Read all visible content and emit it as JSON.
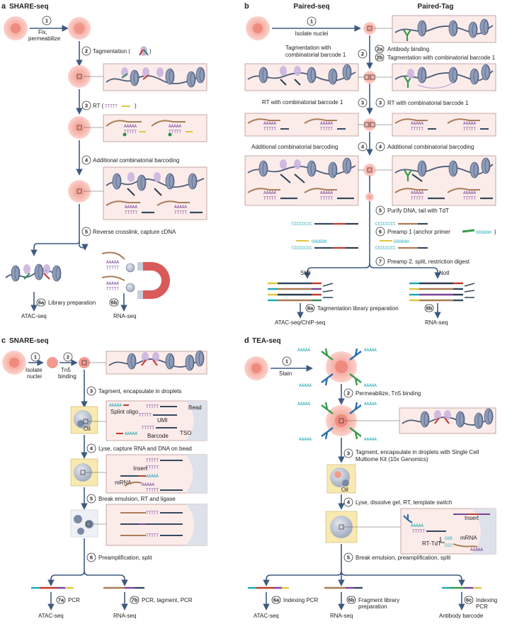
{
  "panel_a": {
    "letter": "a",
    "title": "SHARE-seq",
    "step1": "1",
    "step1_label_line1": "Fix,",
    "step1_label_line2": "permeabilize",
    "step2": "2",
    "step2_label": "Tagmentation (",
    "step2_label_end": ")",
    "step3": "3",
    "step3_label": "RT (",
    "step3_poly": "TTTTT",
    "step3_label_end": ")",
    "step4": "4",
    "step4_label": "Additional combinatorial barcoding",
    "step5": "5",
    "step5_label": "Reverse crosslink, capture cDNA",
    "step6a": "6a",
    "step6a_label": "Library preparation",
    "step6b": "6b",
    "out_left": "ATAC-seq",
    "out_right": "RNA-seq",
    "polyA": "AAAAA",
    "polyT": "TTTTT"
  },
  "panel_b": {
    "letter": "b",
    "col_left": "Paired-seq",
    "col_right": "Paired-Tag",
    "step1": "1",
    "step1_label": "Isolate nuclei",
    "step2": "2",
    "step2_label_line1": "Tagmentation with",
    "step2_label_line2": "combinatorial barcode 1",
    "step2a": "2a",
    "step2a_label": "Antibody binding",
    "step2b": "2b",
    "step2b_label": "Tagmentation with combinatorial barcode 1",
    "step3": "3",
    "step3_left": "RT with combinatorial barcode 1",
    "step3_right": "RT with combinatorial barcode 1",
    "step4": "4",
    "step4_left": "Additional combinatorial barcoding",
    "step4_right": "Additional combinatorial barcoding",
    "step5": "5",
    "step5_label": "Purify DNA, tail with TdT",
    "step6": "6",
    "step6_label": "Preamp 1 (anchor primer",
    "step6_seq": "GGGGGH",
    "step6_end": ")",
    "step7": "7",
    "step7_label": "Preamp 2, split, restriction digest",
    "enzyme_left": "SbfI",
    "enzyme_right": "NotI",
    "step8a": "8a",
    "step8a_label": "Tagmentation library preparation",
    "step8b": "8b",
    "out_left": "ATAC-seq/ChIP-seq",
    "out_right": "RNA-seq",
    "polyC": "CCCCCCCC",
    "polyG": "GGGGGH",
    "polyA": "AAAAA",
    "polyT": "TTTTT"
  },
  "panel_c": {
    "letter": "c",
    "title": "SNARE-seq",
    "step1": "1",
    "step1_label_line1": "Isolate",
    "step1_label_line2": "nuclei",
    "step2": "2",
    "step2_label_line1": "Tn5",
    "step2_label_line2": "binding",
    "step3": "3",
    "step3_label": "Tagment, encapsulate in droplets",
    "splint": "Splint oligo",
    "bead": "Bead",
    "umi": "UMI",
    "oil": "Oil",
    "tso": "TSO",
    "barcode": "Barcode",
    "step4": "4",
    "step4_label": "Lyse, capture RNA and DNA on bead",
    "insert": "Insert",
    "mrna": "mRNA",
    "step5": "5",
    "step5_label": "Break emulsion, RT and ligase",
    "step6": "6",
    "step6_label": "Preamplification, split",
    "step7a": "7a",
    "step7a_label": "PCR",
    "step7b": "7b",
    "step7b_label": "PCR, tagment, PCR",
    "out_left": "ATAC-seq",
    "out_right": "RNA-seq",
    "polyA": "AAAAA",
    "polyT": "TTTTT"
  },
  "panel_d": {
    "letter": "d",
    "title": "TEA-seq",
    "step1": "1",
    "step1_label": "Stain",
    "step2": "2",
    "step2_label": "Permeabilize, Tn5 binding",
    "step3": "3",
    "step3_label_line1": "Tagment, encapsulate in droplets with Single Cell",
    "step3_label_line2": "Multiome Kit (10x Genomics)",
    "oil": "Oil",
    "step4": "4",
    "step4_label": "Lyse, dissolve gel, RT, template switch",
    "insert": "Insert",
    "rt_tdt": "RT-TdT",
    "mrna": "mRNA",
    "ggg": "GGG",
    "ccc": "CCC",
    "step5": "5",
    "step5_label": "Break emulsion, preamplification, split",
    "step6a": "6a",
    "step6a_label": "Indexing PCR",
    "step6b": "6b",
    "step6b_label_line1": "Fragment library",
    "step6b_label_line2": "preparation",
    "step6c": "6c",
    "step6c_label_line1": "Indexing",
    "step6c_label_line2": "PCR",
    "out_left": "ATAC-seq",
    "out_mid": "RNA-seq",
    "out_right": "Antibody barcode",
    "polyA": "AAAAA",
    "polyT": "TTTTT"
  },
  "colors": {
    "cell": "#f3a59d",
    "cell_core": "#e8776b",
    "box_fill": "#fbecea",
    "box_stroke": "#b99590",
    "arrow": "#3d5a80",
    "chromatin": "#4d5d7a",
    "nucleosome": "#8e9cb9",
    "tn5": "#c7b1dd",
    "oil": "#f8e9b0",
    "magnet": "#d95a5a",
    "antibody_green": "#3a9a4a",
    "antibody_blue": "#2a6fb0"
  }
}
